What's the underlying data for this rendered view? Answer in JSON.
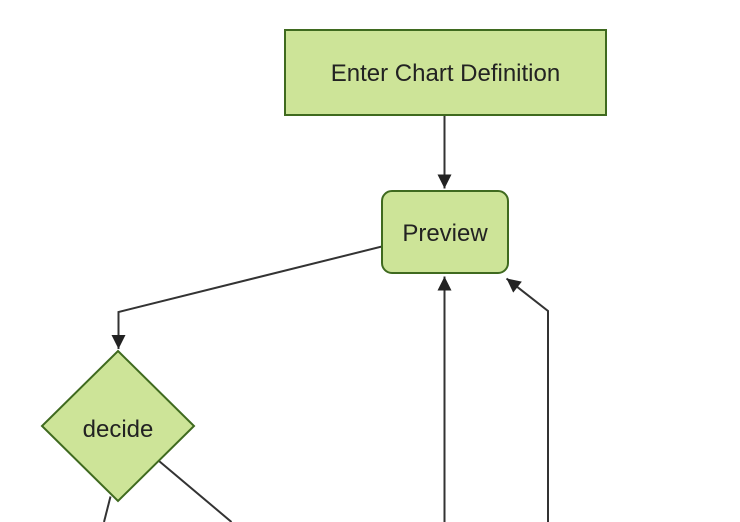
{
  "diagram": {
    "kind": "flowchart",
    "orientation": "top-down",
    "nodes": [
      {
        "id": "A",
        "label": "Enter Chart Definition",
        "shape": "rectangle"
      },
      {
        "id": "B",
        "label": "Preview",
        "shape": "rounded-rectangle"
      },
      {
        "id": "C",
        "label": "decide",
        "shape": "diamond"
      }
    ],
    "edges": [
      {
        "from": "A",
        "to": "B",
        "arrowhead": true,
        "description": "vertical arrow from Enter Chart Definition down into top of Preview"
      },
      {
        "from": "B",
        "to": "C",
        "arrowhead": true,
        "description": "polyline from left side of Preview down-left, then vertical into top of decide diamond"
      },
      {
        "from": "C",
        "to": "offscreen-bottom-left",
        "arrowhead": false,
        "description": "short line leaving bottom of decide, cut off by viewport"
      },
      {
        "from": "C",
        "to": "offscreen-bottom-right",
        "arrowhead": false,
        "description": "diagonal line leaving lower-right edge of decide, cut off by viewport"
      },
      {
        "from": "offscreen-bottom-mid",
        "to": "B",
        "arrowhead": true,
        "description": "vertical line rising from bottom edge of viewport into bottom of Preview"
      },
      {
        "from": "offscreen-bottom-right",
        "to": "B",
        "arrowhead": true,
        "description": "vertical line rising from bottom edge with bend into bottom-right corner of Preview"
      }
    ],
    "colors": {
      "node_fill": "#cde498",
      "node_border": "#3f6a1f",
      "edge_line": "#333333",
      "label_text": "#222222",
      "background": "#ffffff"
    }
  }
}
